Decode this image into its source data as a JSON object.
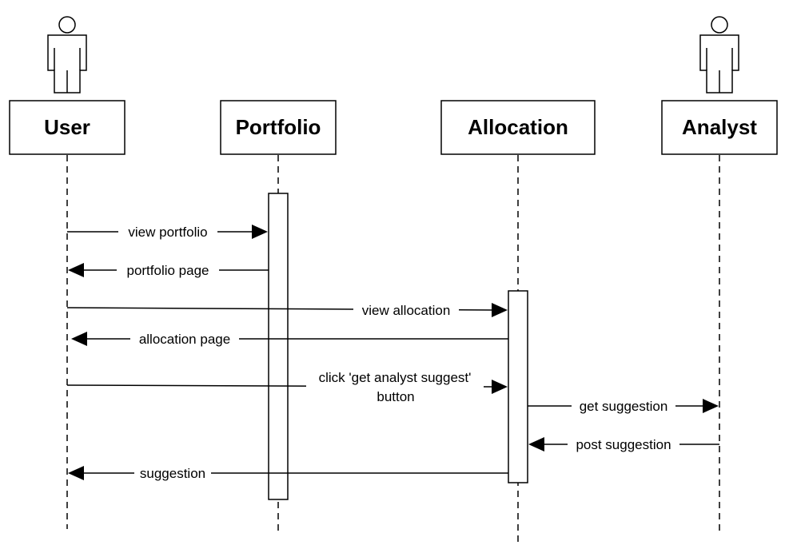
{
  "participants": [
    {
      "id": "user",
      "label": "User",
      "kind": "actor"
    },
    {
      "id": "portfolio",
      "label": "Portfolio",
      "kind": "object"
    },
    {
      "id": "allocation",
      "label": "Allocation",
      "kind": "object"
    },
    {
      "id": "analyst",
      "label": "Analyst",
      "kind": "actor"
    }
  ],
  "messages": [
    {
      "id": "m1",
      "from": "user",
      "to": "portfolio",
      "lines": [
        "view portfolio"
      ]
    },
    {
      "id": "m2",
      "from": "portfolio",
      "to": "user",
      "lines": [
        "portfolio page"
      ]
    },
    {
      "id": "m3",
      "from": "user",
      "to": "allocation",
      "lines": [
        "view allocation"
      ]
    },
    {
      "id": "m4",
      "from": "allocation",
      "to": "user",
      "lines": [
        "allocation page"
      ]
    },
    {
      "id": "m5",
      "from": "user",
      "to": "allocation",
      "lines": [
        "click 'get analyst suggest'",
        "button"
      ]
    },
    {
      "id": "m6",
      "from": "allocation",
      "to": "analyst",
      "lines": [
        "get suggestion"
      ]
    },
    {
      "id": "m7",
      "from": "analyst",
      "to": "allocation",
      "lines": [
        "post suggestion"
      ]
    },
    {
      "id": "m8",
      "from": "allocation",
      "to": "user",
      "lines": [
        "suggestion"
      ]
    }
  ]
}
